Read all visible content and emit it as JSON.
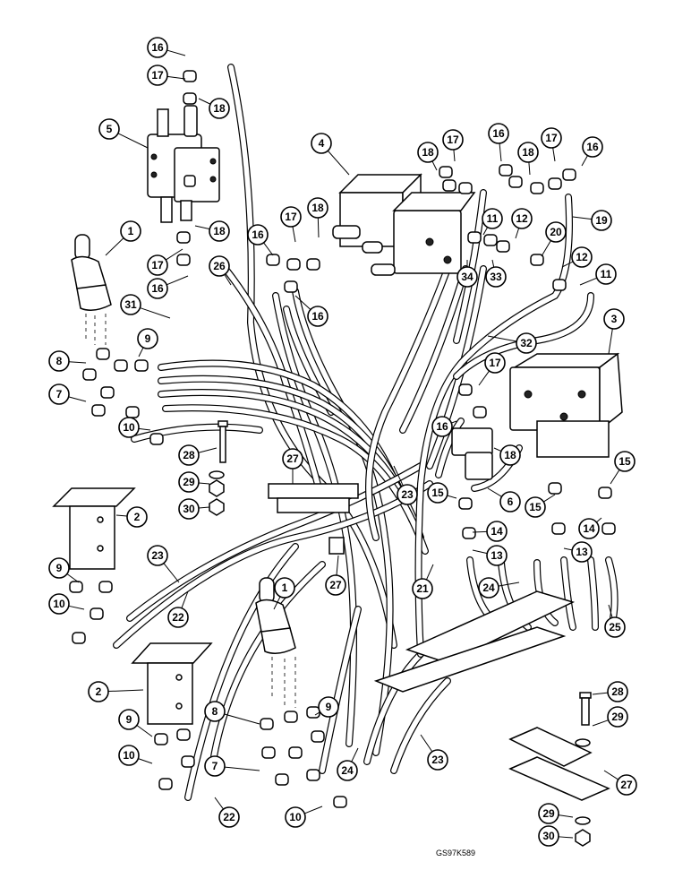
{
  "drawing_reference": "GS97K589",
  "callouts": [
    {
      "label": "16"
    },
    {
      "label": "17"
    },
    {
      "label": "18"
    },
    {
      "label": "5"
    },
    {
      "label": "18"
    },
    {
      "label": "17"
    },
    {
      "label": "16"
    },
    {
      "label": "26"
    },
    {
      "label": "1"
    },
    {
      "label": "31"
    },
    {
      "label": "9"
    },
    {
      "label": "8"
    },
    {
      "label": "7"
    },
    {
      "label": "10"
    },
    {
      "label": "28"
    },
    {
      "label": "29"
    },
    {
      "label": "30"
    },
    {
      "label": "27"
    },
    {
      "label": "2"
    },
    {
      "label": "23"
    },
    {
      "label": "9"
    },
    {
      "label": "10"
    },
    {
      "label": "22"
    },
    {
      "label": "1"
    },
    {
      "label": "27"
    },
    {
      "label": "2"
    },
    {
      "label": "9"
    },
    {
      "label": "8"
    },
    {
      "label": "9"
    },
    {
      "label": "10"
    },
    {
      "label": "7"
    },
    {
      "label": "10"
    },
    {
      "label": "22"
    },
    {
      "label": "24"
    },
    {
      "label": "23"
    },
    {
      "label": "4"
    },
    {
      "label": "16"
    },
    {
      "label": "17"
    },
    {
      "label": "18"
    },
    {
      "label": "16"
    },
    {
      "label": "18"
    },
    {
      "label": "17"
    },
    {
      "label": "16"
    },
    {
      "label": "18"
    },
    {
      "label": "17"
    },
    {
      "label": "16"
    },
    {
      "label": "19"
    },
    {
      "label": "11"
    },
    {
      "label": "12"
    },
    {
      "label": "20"
    },
    {
      "label": "12"
    },
    {
      "label": "11"
    },
    {
      "label": "34"
    },
    {
      "label": "33"
    },
    {
      "label": "3"
    },
    {
      "label": "32"
    },
    {
      "label": "17"
    },
    {
      "label": "16"
    },
    {
      "label": "18"
    },
    {
      "label": "6"
    },
    {
      "label": "15"
    },
    {
      "label": "14"
    },
    {
      "label": "13"
    },
    {
      "label": "15"
    },
    {
      "label": "15"
    },
    {
      "label": "14"
    },
    {
      "label": "13"
    },
    {
      "label": "23"
    },
    {
      "label": "21"
    },
    {
      "label": "24"
    },
    {
      "label": "25"
    },
    {
      "label": "28"
    },
    {
      "label": "29"
    },
    {
      "label": "27"
    },
    {
      "label": "29"
    },
    {
      "label": "30"
    }
  ]
}
